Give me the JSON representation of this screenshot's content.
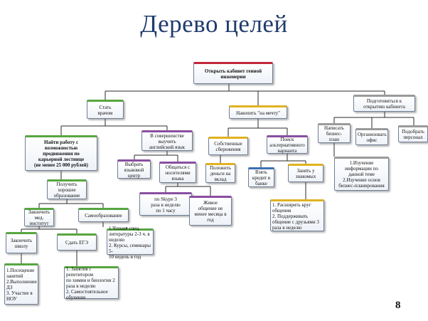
{
  "title": "Дерево целей",
  "page_number": "8",
  "colors": {
    "title": "#1f3b6e",
    "red": "#c0283a",
    "green": "#57a640",
    "yellow": "#e0b21f",
    "blue": "#3d6fb2",
    "purple": "#8a4ea0",
    "gray": "#9a9a9a",
    "line": "#2a2a2a"
  },
  "nodes": [
    {
      "id": "root",
      "text": "Открыть кабинет генной\nинженерии",
      "bar": "red"
    },
    {
      "id": "doctor",
      "text": "Стать\nврачом",
      "bar": "green"
    },
    {
      "id": "save",
      "text": "Накопить \"на мечту\"",
      "bar": "yellow"
    },
    {
      "id": "prepare",
      "text": "Подготовиться к\nоткрытию кабинета",
      "bar": "gray"
    },
    {
      "id": "job",
      "text": "Найти работу с\nвозможностью\nпродвижения по\nкарьерной лестнице\n(не менее 25 000 рублей)",
      "bar": "green"
    },
    {
      "id": "english",
      "text": "В совершенстве\nвыучить\nанглийский язык",
      "bar": "purple"
    },
    {
      "id": "own_savings",
      "text": "Собственные\nсбережения",
      "bar": "yellow"
    },
    {
      "id": "alt_option",
      "text": "Поиск\nальтернативного\nварианта",
      "bar": "purple"
    },
    {
      "id": "bizplan",
      "text": "Написать\nбизнес-\nплан",
      "bar": "gray"
    },
    {
      "id": "office",
      "text": "Организовать\nофис",
      "bar": "gray"
    },
    {
      "id": "staff",
      "text": "Подобрать\nперсонал",
      "bar": "gray"
    },
    {
      "id": "language_center",
      "text": "Выбрать\nязыковой\nцентр",
      "bar": "purple"
    },
    {
      "id": "speak_native",
      "text": "Общаться с\nносителями\nязыка",
      "bar": "purple"
    },
    {
      "id": "deposit",
      "text": "Положить\nденьги на\nвклад",
      "bar": "yellow"
    },
    {
      "id": "loan",
      "text": "Взять\nкредит в\nбанке",
      "bar": "blue"
    },
    {
      "id": "acquaintances",
      "text": "Занять у\nзнакомых",
      "bar": "yellow"
    },
    {
      "id": "bizplan_steps",
      "text": "1.Изучение\nинформации по\nданной теме\n2.Изучение основ\nбизнес-планирования",
      "bar": "gray"
    },
    {
      "id": "education",
      "text": "Получить\nхорошее\nобразование",
      "bar": "green"
    },
    {
      "id": "skype",
      "text": "по Skype 3\nраза в неделю\nпо 1 часу",
      "bar": "purple"
    },
    {
      "id": "live_talk",
      "text": "Живое\nобщение не\nменее месяца в\nгод",
      "bar": "purple"
    },
    {
      "id": "circle_steps",
      "text": "1. Расширить круг\nобщения\n2. Поддерживать\nобщение с друзьями 3\nраза в неделю",
      "bar": "yellow"
    },
    {
      "id": "med_inst",
      "text": "Закончить\nмед.\nинститут",
      "bar": "green"
    },
    {
      "id": "self_edu",
      "text": "Самообразование",
      "bar": "green"
    },
    {
      "id": "school",
      "text": "Закончить\nшколу",
      "bar": "green"
    },
    {
      "id": "ege",
      "text": "Сдать ЕГЭ",
      "bar": "green"
    },
    {
      "id": "self_edu_steps",
      "text": "1.Чтение спец.\nлитературы   2-3 ч. в\nнеделю\n2. Курсы, семинары 5-\n10 недель в год",
      "bar": "green"
    },
    {
      "id": "school_steps",
      "text": "1.Посещение\nзанятий\n2.Выполнение\nДЗ\n3. Участие в\nНОУ",
      "bar": "green"
    },
    {
      "id": "ege_steps",
      "text": "1. Занятия с репетитором\nпо химии и биологии 2\nраза в неделю\n2. Самостоятельное\nобучение",
      "bar": "green"
    }
  ]
}
